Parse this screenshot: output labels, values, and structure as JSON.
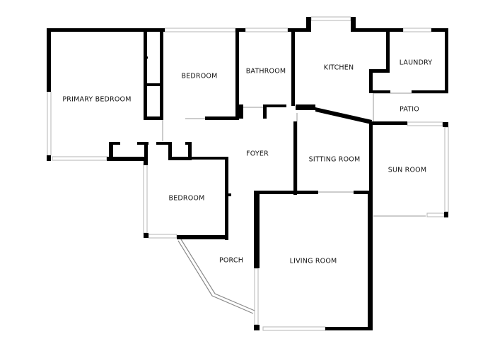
{
  "colors": {
    "background": "#ffffff",
    "wall": "#000000",
    "window_frame": "#b5b5b5",
    "window_glass": "#ffffff",
    "label": "#111111"
  },
  "rooms": {
    "primary_bedroom": "PRIMARY BEDROOM",
    "bedroom_north": "BEDROOM",
    "bathroom": "BATHROOM",
    "kitchen": "KITCHEN",
    "laundry": "LAUNDRY",
    "patio": "PATIO",
    "foyer": "FOYER",
    "sitting_room": "SITTING ROOM",
    "sun_room": "SUN ROOM",
    "bedroom_south": "BEDROOM",
    "porch": "PORCH",
    "living_room": "LIVING ROOM"
  }
}
